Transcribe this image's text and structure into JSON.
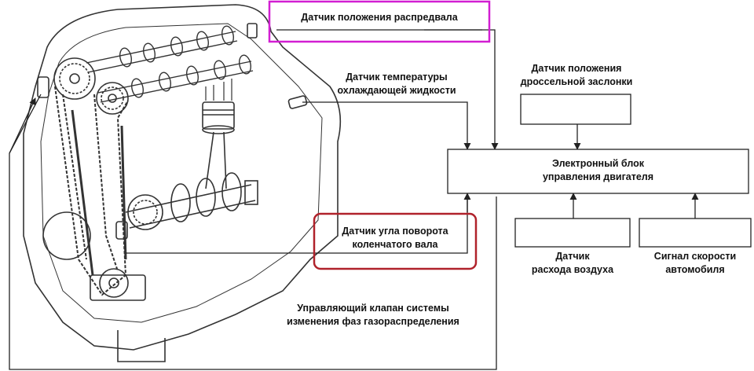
{
  "labels": {
    "camshaft_sensor": "Датчик положения распредвала",
    "coolant_sensor": [
      "Датчик температуры",
      "охлаждающей жидкости"
    ],
    "throttle_sensor": [
      "Датчик положения",
      "дроссельной заслонки"
    ],
    "ecu": [
      "Электронный блок",
      "управления двигателя"
    ],
    "crankshaft_sensor": [
      "Датчик угла поворота",
      "коленчатого вала"
    ],
    "airflow_sensor": [
      "Датчик",
      "расхода воздуха"
    ],
    "speed_signal": [
      "Сигнал скорости",
      "автомобиля"
    ],
    "vvt_valve": [
      "Управляющий клапан системы",
      "изменения фаз газораспределения"
    ]
  },
  "colors": {
    "camshaft_highlight": "#d21fd2",
    "crankshaft_highlight": "#b0222b",
    "line": "#222222"
  }
}
